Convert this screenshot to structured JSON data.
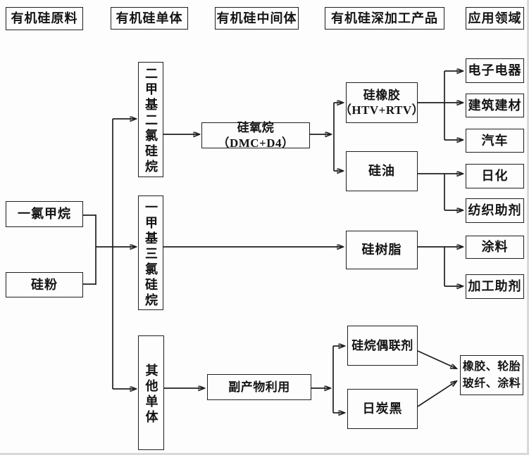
{
  "diagram_title": "organosilicon-industry-chain-flowchart",
  "colors": {
    "background": "#fdfdfd",
    "line": "#1f1f1f",
    "text": "#141414"
  },
  "headers": [
    "有机硅原料",
    "有机硅单体",
    "有机硅中间体",
    "有机硅深加工产品",
    "应用领域"
  ],
  "nodes": {
    "raw_materials": [
      "一氯甲烷",
      "硅粉"
    ],
    "monomers": [
      "二甲基二氯硅烷",
      "一甲基三氯硅烷",
      "其他单体"
    ],
    "intermediates": [
      "硅氧烷（DMC+D4）",
      "副产物利用"
    ],
    "products": [
      "硅橡胶\n（HTV+RTV）",
      "硅油",
      "硅树脂",
      "硅烷偶联剂",
      "日炭黑"
    ],
    "applications": [
      "电子电器",
      "建筑建材",
      "汽车",
      "日化",
      "纺织助剂",
      "涂料",
      "加工助剂",
      "橡胶、轮胎\n玻纤、涂料"
    ]
  },
  "edges": [
    "一氯甲烷→二甲基二氯硅烷/一甲基三氯硅烷/其他单体",
    "硅粉→二甲基二氯硅烷/一甲基三氯硅烷/其他单体",
    "二甲基二氯硅烷→硅氧烷（DMC+D4）",
    "硅氧烷（DMC+D4）→硅橡胶（HTV+RTV）/硅油",
    "硅橡胶（HTV+RTV）→电子电器/建筑建材/汽车",
    "硅油→日化/纺织助剂",
    "一甲基三氯硅烷→硅树脂",
    "硅树脂→涂料/加工助剂",
    "其他单体→副产物利用",
    "副产物利用→硅烷偶联剂/日炭黑",
    "硅烷偶联剂→橡胶、轮胎玻纤、涂料",
    "日炭黑→橡胶、轮胎玻纤、涂料"
  ]
}
